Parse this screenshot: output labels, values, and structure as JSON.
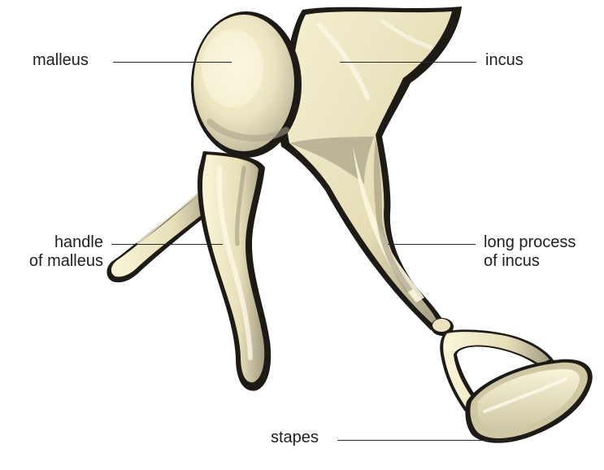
{
  "labels": {
    "malleus": "malleus",
    "incus": "incus",
    "handle_of_malleus": [
      "handle",
      "of malleus"
    ],
    "long_process_of_incus": [
      "long process",
      "of incus"
    ],
    "stapes": "stapes"
  },
  "colors": {
    "bone_light": "#f4efcf",
    "bone_mid": "#e2d9b0",
    "bone_shadow": "#a79f86",
    "bone_dark": "#76705f",
    "outline": "#1e1b17",
    "text": "#1f1f1f"
  }
}
